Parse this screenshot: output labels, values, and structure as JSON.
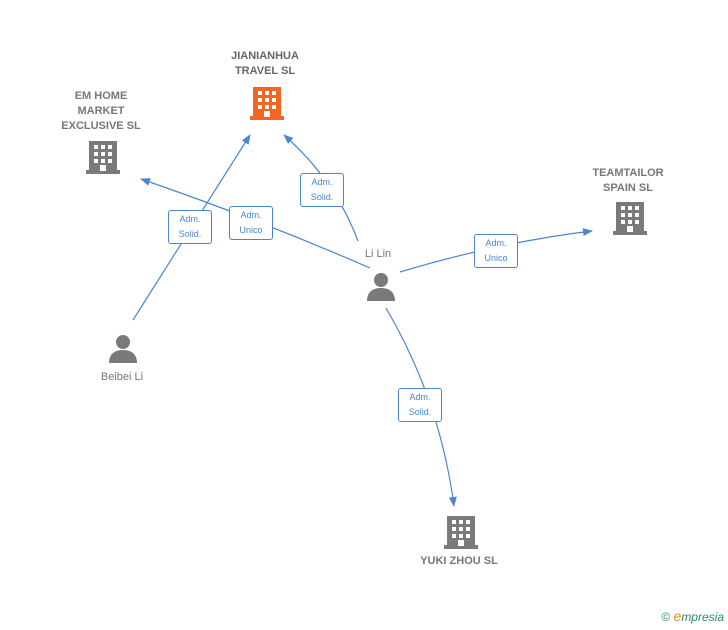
{
  "colors": {
    "edge": "#4a86cf",
    "company": "#7a7a7a",
    "company_main": "#f26522",
    "person": "#7a7a7a"
  },
  "nodes": {
    "jianianhua": {
      "label": "JIANIANHUA\nTRAVEL  SL",
      "type": "company",
      "icon": "building-icon",
      "highlight": true
    },
    "em_home": {
      "label": "EM HOME\nMARKET\nEXCLUSIVE SL",
      "type": "company",
      "icon": "building-icon"
    },
    "teamtailor": {
      "label": "TEAMTAILOR\nSPAIN  SL",
      "type": "company",
      "icon": "building-icon"
    },
    "yuki": {
      "label": "YUKI ZHOU  SL",
      "type": "company",
      "icon": "building-icon"
    },
    "li_lin": {
      "label": "Li Lin",
      "type": "person",
      "icon": "person-icon"
    },
    "beibei": {
      "label": "Beibei Li",
      "type": "person",
      "icon": "person-icon"
    }
  },
  "edges": [
    {
      "from": "beibei",
      "to": "jianianhua",
      "label": "Adm.\nSolid."
    },
    {
      "from": "li_lin",
      "to": "em_home",
      "label": "Adm.\nUnico"
    },
    {
      "from": "li_lin",
      "to": "jianianhua",
      "label": "Adm.\nSolid."
    },
    {
      "from": "li_lin",
      "to": "teamtailor",
      "label": "Adm.\nUnico"
    },
    {
      "from": "li_lin",
      "to": "yuki",
      "label": "Adm.\nSolid."
    }
  ],
  "brand": {
    "copyright": "©",
    "initial": "e",
    "rest": "mpresia"
  }
}
